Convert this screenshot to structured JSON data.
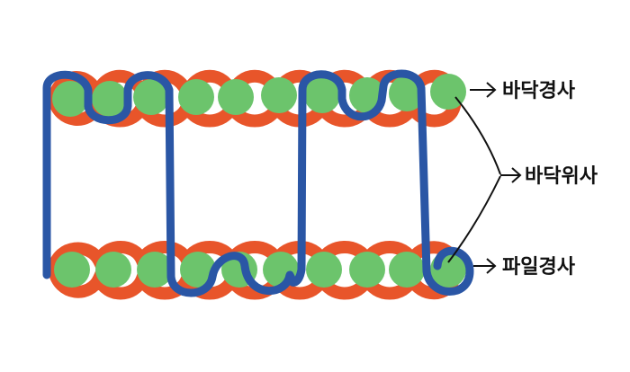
{
  "labels": {
    "top_right": "바닥경사",
    "middle_right": "바닥위사",
    "bottom_right": "파일경사"
  },
  "colors": {
    "green_yarn": "#6cc46c",
    "orange_yarn": "#e8552a",
    "blue_yarn": "#2a56a5",
    "arrow_ink": "#111111"
  }
}
